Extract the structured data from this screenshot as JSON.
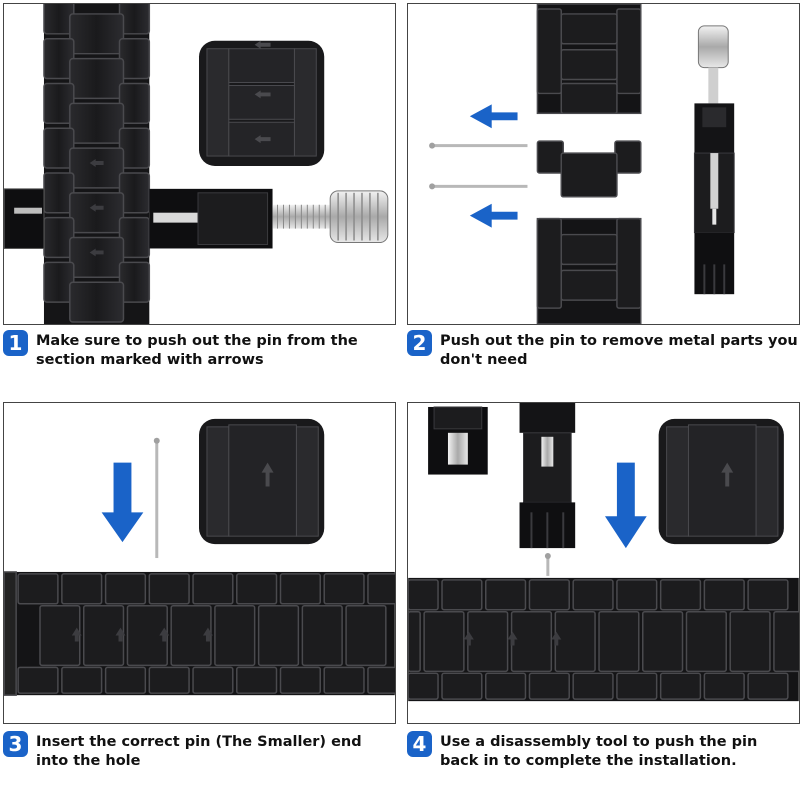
{
  "steps": [
    {
      "number": "1",
      "text": "Make sure to push out the pin from the section marked with arrows"
    },
    {
      "number": "2",
      "text": "Push out the pin to remove metal parts you don't need"
    },
    {
      "number": "3",
      "text": "Insert the correct pin (The Smaller) end into the hole"
    },
    {
      "number": "4",
      "text": "Use a disassembly tool to push the pin back in to complete the installation."
    }
  ],
  "colors": {
    "badge": "#1a63c8",
    "arrow": "#1a63c8",
    "metal_dark": "#1c1c1e",
    "metal_edge": "#4a4a4e",
    "silver": "#c9c9c9"
  },
  "icons": {
    "direction_arrow": "blue-arrow-icon",
    "link_arrow": "small-arrow-engraving-icon"
  }
}
